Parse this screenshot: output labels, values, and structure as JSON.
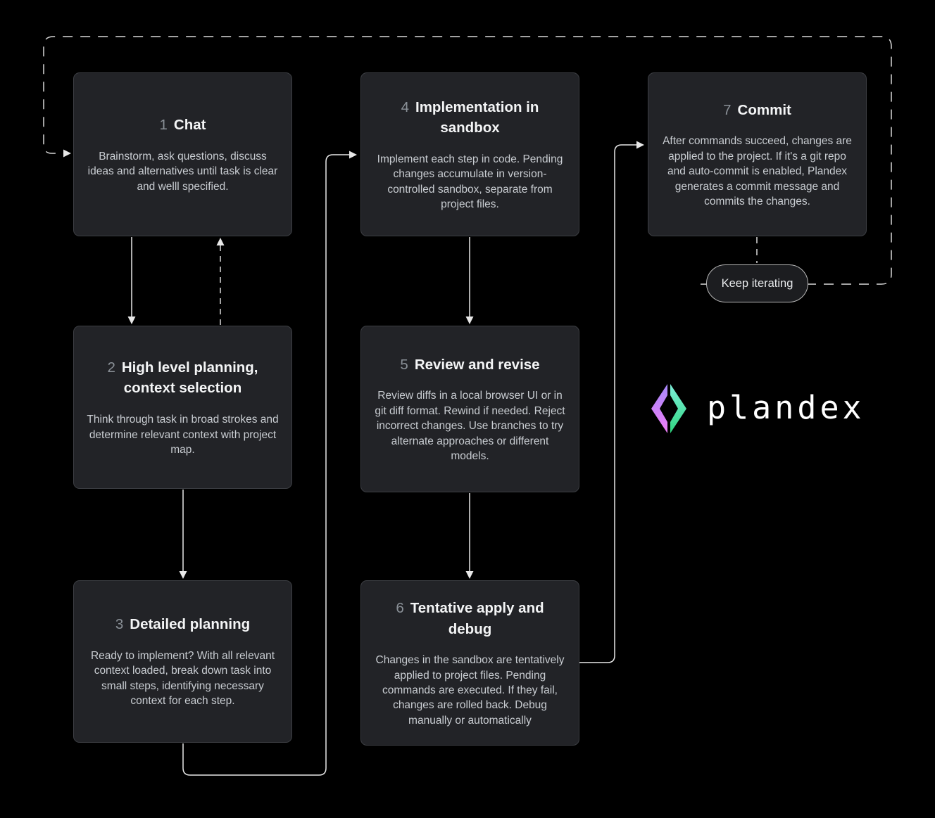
{
  "boxes": [
    {
      "number": "1",
      "title": "Chat",
      "body": "Brainstorm, ask questions, discuss ideas and alternatives until task is clear and welll specified."
    },
    {
      "number": "2",
      "title": "High level planning, context selection",
      "body": "Think through task in broad strokes and determine relevant context with project map."
    },
    {
      "number": "3",
      "title": "Detailed planning",
      "body": "Ready to implement? With all relevant context loaded, break down task into small steps, identifying necessary context for each step."
    },
    {
      "number": "4",
      "title": "Implementation in sandbox",
      "body": "Implement each step in code. Pending changes accumulate in version-controlled sandbox, separate from project files."
    },
    {
      "number": "5",
      "title": "Review and revise",
      "body": "Review diffs in a local browser UI or in git diff format. Rewind if needed. Reject incorrect changes. Use branches to try alternate approaches or different models."
    },
    {
      "number": "6",
      "title": "Tentative apply and debug",
      "body": "Changes in the sandbox are tentatively applied to project files. Pending commands are executed. If they fail, changes are rolled back. Debug manually or automatically"
    },
    {
      "number": "7",
      "title": "Commit",
      "body": "After commands succeed, changes are applied to the project. If it's a git repo and auto-commit is enabled, Plandex generates a commit message and commits the changes."
    }
  ],
  "pill": {
    "label": "Keep iterating"
  },
  "logo": {
    "text": "plandex"
  },
  "colors": {
    "background": "#000000",
    "box_bg": "#222327",
    "box_border": "#3c3e43",
    "title_text": "#f4f5f6",
    "number_text": "#8a9097",
    "body_text": "#c9cdd2",
    "line": "#e8e8e8",
    "logo_left_top": "#a688fa",
    "logo_left_bottom": "#f07ef7",
    "logo_right_top": "#7ff0dc",
    "logo_right_bottom": "#2fd57f"
  }
}
